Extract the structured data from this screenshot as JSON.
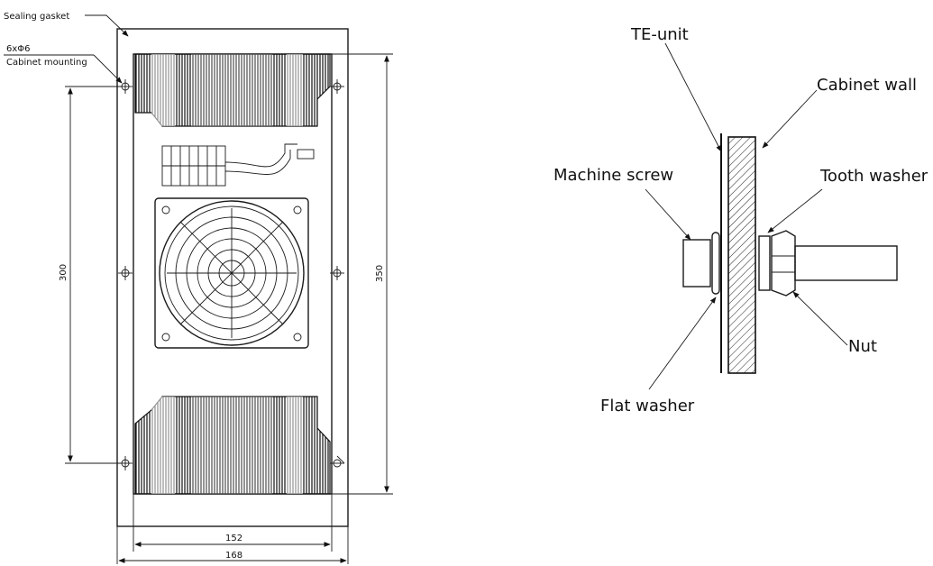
{
  "front_view": {
    "gasket_label": "Sealing gasket",
    "mount_spec": "6xΦ6",
    "mount_label": "Cabinet mounting",
    "dim_height_inner": "300",
    "dim_height_outer": "350",
    "dim_width_inner": "152",
    "dim_width_outer": "168"
  },
  "section_view": {
    "te_unit": "TE-unit",
    "cabinet_wall": "Cabinet wall",
    "machine_screw": "Machine screw",
    "tooth_washer": "Tooth washer",
    "nut": "Nut",
    "flat_washer": "Flat washer"
  }
}
